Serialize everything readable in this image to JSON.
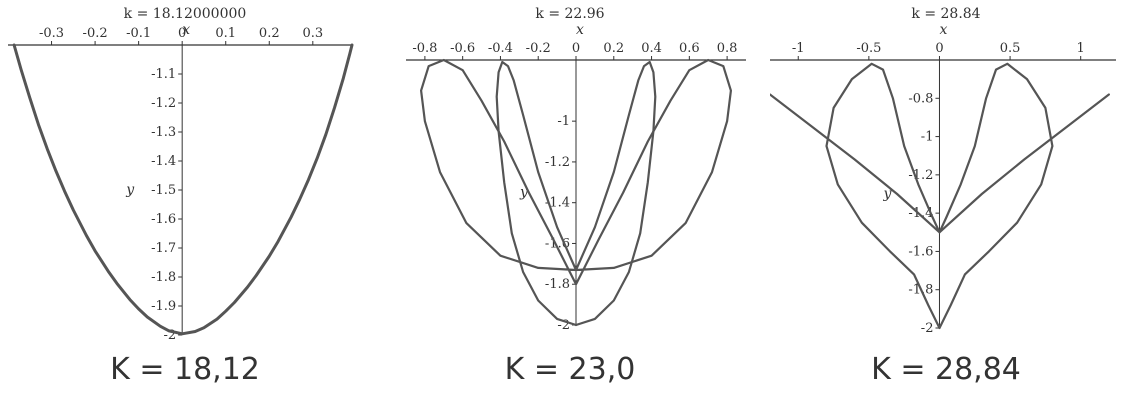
{
  "colors": {
    "curve": "#555555",
    "axis": "#333333",
    "text": "#333333"
  },
  "chart_data": [
    {
      "type": "line",
      "title": "k = 18.12000000",
      "xlabel": "x",
      "ylabel": "y",
      "caption": "K = 18,12",
      "xlim": [
        -0.4,
        0.39
      ],
      "ylim": [
        -2.0,
        -1.0
      ],
      "xticks": [
        -0.3,
        -0.2,
        -0.1,
        0,
        0.1,
        0.2,
        0.3
      ],
      "xtick_labels": [
        "-0.3",
        "-0.2",
        "-0.1",
        "0",
        "0.1",
        "0.2",
        "0.3"
      ],
      "yticks": [
        -1.1,
        -1.2,
        -1.3,
        -1.4,
        -1.5,
        -1.6,
        -1.7,
        -1.8,
        -1.9,
        -2
      ],
      "ytick_labels": [
        "-1.1",
        "-1.2",
        "-1.3",
        "-1.4",
        "-1.5",
        "-1.6",
        "-1.7",
        "-1.8",
        "-1.9",
        "-2"
      ],
      "series": [
        {
          "points": [
            [
              -0.386,
              -1.0
            ],
            [
              -0.37,
              -1.085
            ],
            [
              -0.35,
              -1.182
            ],
            [
              -0.33,
              -1.275
            ],
            [
              -0.31,
              -1.358
            ],
            [
              -0.29,
              -1.434
            ],
            [
              -0.27,
              -1.504
            ],
            [
              -0.25,
              -1.569
            ],
            [
              -0.22,
              -1.657
            ],
            [
              -0.2,
              -1.71
            ],
            [
              -0.17,
              -1.78
            ],
            [
              -0.15,
              -1.822
            ],
            [
              -0.12,
              -1.878
            ],
            [
              -0.1,
              -1.91
            ],
            [
              -0.08,
              -1.938
            ],
            [
              -0.05,
              -1.97
            ],
            [
              -0.03,
              -1.986
            ],
            [
              0,
              -1.996
            ],
            [
              0.03,
              -1.988
            ],
            [
              0.05,
              -1.975
            ],
            [
              0.08,
              -1.945
            ],
            [
              0.1,
              -1.918
            ],
            [
              0.12,
              -1.888
            ],
            [
              0.15,
              -1.835
            ],
            [
              0.17,
              -1.795
            ],
            [
              0.2,
              -1.728
            ],
            [
              0.22,
              -1.678
            ],
            [
              0.25,
              -1.594
            ],
            [
              0.27,
              -1.532
            ],
            [
              0.29,
              -1.464
            ],
            [
              0.31,
              -1.39
            ],
            [
              0.33,
              -1.308
            ],
            [
              0.35,
              -1.215
            ],
            [
              0.37,
              -1.115
            ],
            [
              0.385,
              -1.03
            ],
            [
              0.39,
              -1.0
            ]
          ]
        }
      ]
    },
    {
      "type": "line",
      "title": "k = 22.96",
      "xlabel": "x",
      "ylabel": "y",
      "caption": "K = 23,0",
      "xlim": [
        -0.9,
        0.9
      ],
      "ylim": [
        -2.0,
        -0.7
      ],
      "xticks": [
        -0.8,
        -0.6,
        -0.4,
        -0.2,
        0,
        0.2,
        0.4,
        0.6,
        0.8
      ],
      "xtick_labels": [
        "-0.8",
        "-0.6",
        "-0.4",
        "-0.2",
        "0",
        "0.2",
        "0.4",
        "0.6",
        "0.8"
      ],
      "yticks": [
        -1,
        -1.2,
        -1.4,
        -1.6,
        -1.8,
        -2
      ],
      "ytick_labels": [
        "-1",
        "-1.2",
        "-1.4",
        "-1.6",
        "-1.8",
        "-2"
      ],
      "series": [
        {
          "points": [
            [
              0,
              -2.0
            ],
            [
              0.1,
              -1.97
            ],
            [
              0.2,
              -1.88
            ],
            [
              0.28,
              -1.74
            ],
            [
              0.34,
              -1.55
            ],
            [
              0.38,
              -1.3
            ],
            [
              0.41,
              -1.05
            ],
            [
              0.42,
              -0.88
            ],
            [
              0.41,
              -0.76
            ],
            [
              0.39,
              -0.71
            ],
            [
              0.36,
              -0.73
            ],
            [
              0.33,
              -0.8
            ],
            [
              0.28,
              -0.97
            ],
            [
              0.2,
              -1.25
            ],
            [
              0.1,
              -1.52
            ],
            [
              0,
              -1.73
            ],
            [
              -0.1,
              -1.52
            ],
            [
              -0.2,
              -1.25
            ],
            [
              -0.28,
              -0.97
            ],
            [
              -0.33,
              -0.8
            ],
            [
              -0.36,
              -0.73
            ],
            [
              -0.39,
              -0.71
            ],
            [
              -0.41,
              -0.76
            ],
            [
              -0.42,
              -0.88
            ],
            [
              -0.41,
              -1.05
            ],
            [
              -0.38,
              -1.3
            ],
            [
              -0.34,
              -1.55
            ],
            [
              -0.28,
              -1.74
            ],
            [
              -0.2,
              -1.88
            ],
            [
              -0.1,
              -1.97
            ],
            [
              0,
              -2.0
            ]
          ]
        },
        {
          "points": [
            [
              0,
              -1.73
            ],
            [
              0.2,
              -1.72
            ],
            [
              0.4,
              -1.66
            ],
            [
              0.58,
              -1.5
            ],
            [
              0.72,
              -1.25
            ],
            [
              0.8,
              -1.0
            ],
            [
              0.82,
              -0.85
            ],
            [
              0.78,
              -0.73
            ],
            [
              0.7,
              -0.7
            ],
            [
              0.6,
              -0.75
            ],
            [
              0.5,
              -0.9
            ],
            [
              0.38,
              -1.1
            ],
            [
              0.25,
              -1.35
            ],
            [
              0.12,
              -1.58
            ],
            [
              0,
              -1.8
            ],
            [
              -0.12,
              -1.58
            ],
            [
              -0.25,
              -1.35
            ],
            [
              -0.38,
              -1.1
            ],
            [
              -0.5,
              -0.9
            ],
            [
              -0.6,
              -0.75
            ],
            [
              -0.7,
              -0.7
            ],
            [
              -0.78,
              -0.73
            ],
            [
              -0.82,
              -0.85
            ],
            [
              -0.8,
              -1.0
            ],
            [
              -0.72,
              -1.25
            ],
            [
              -0.58,
              -1.5
            ],
            [
              -0.4,
              -1.66
            ],
            [
              -0.2,
              -1.72
            ],
            [
              0,
              -1.73
            ]
          ]
        }
      ]
    },
    {
      "type": "line",
      "title": "k = 28.84",
      "xlabel": "x",
      "ylabel": "y",
      "caption": "K = 28,84",
      "xlim": [
        -1.2,
        1.25
      ],
      "ylim": [
        -2.0,
        -0.6
      ],
      "xticks": [
        -1,
        -0.5,
        0,
        0.5,
        1
      ],
      "xtick_labels": [
        "-1",
        "-0.5",
        "0",
        "0.5",
        "1"
      ],
      "yticks": [
        -0.8,
        -1,
        -1.2,
        -1.4,
        -1.6,
        -1.8,
        -2
      ],
      "ytick_labels": [
        "-0.8",
        "-1",
        "-1.2",
        "-1.4",
        "-1.6",
        "-1.8",
        "-2"
      ],
      "series": [
        {
          "points": [
            [
              0,
              -2.0
            ],
            [
              0.08,
              -1.88
            ],
            [
              0.18,
              -1.72
            ],
            [
              0.35,
              -1.6
            ],
            [
              0.55,
              -1.45
            ],
            [
              0.72,
              -1.25
            ],
            [
              0.8,
              -1.05
            ],
            [
              0.75,
              -0.85
            ],
            [
              0.62,
              -0.7
            ],
            [
              0.48,
              -0.62
            ],
            [
              0.4,
              -0.65
            ],
            [
              0.33,
              -0.8
            ],
            [
              0.25,
              -1.05
            ],
            [
              0.15,
              -1.25
            ],
            [
              0.05,
              -1.42
            ],
            [
              0,
              -1.5
            ],
            [
              -0.05,
              -1.42
            ],
            [
              -0.15,
              -1.25
            ],
            [
              -0.25,
              -1.05
            ],
            [
              -0.33,
              -0.8
            ],
            [
              -0.4,
              -0.65
            ],
            [
              -0.48,
              -0.62
            ],
            [
              -0.62,
              -0.7
            ],
            [
              -0.75,
              -0.85
            ],
            [
              -0.8,
              -1.05
            ],
            [
              -0.72,
              -1.25
            ],
            [
              -0.55,
              -1.45
            ],
            [
              -0.35,
              -1.6
            ],
            [
              -0.18,
              -1.72
            ],
            [
              -0.08,
              -1.88
            ],
            [
              0,
              -2.0
            ]
          ]
        },
        {
          "points": [
            [
              -1.2,
              -0.78
            ],
            [
              -0.9,
              -0.95
            ],
            [
              -0.6,
              -1.12
            ],
            [
              -0.3,
              -1.3
            ],
            [
              0,
              -1.5
            ],
            [
              0.3,
              -1.3
            ],
            [
              0.6,
              -1.12
            ],
            [
              0.9,
              -0.95
            ],
            [
              1.2,
              -0.78
            ]
          ]
        }
      ]
    }
  ]
}
